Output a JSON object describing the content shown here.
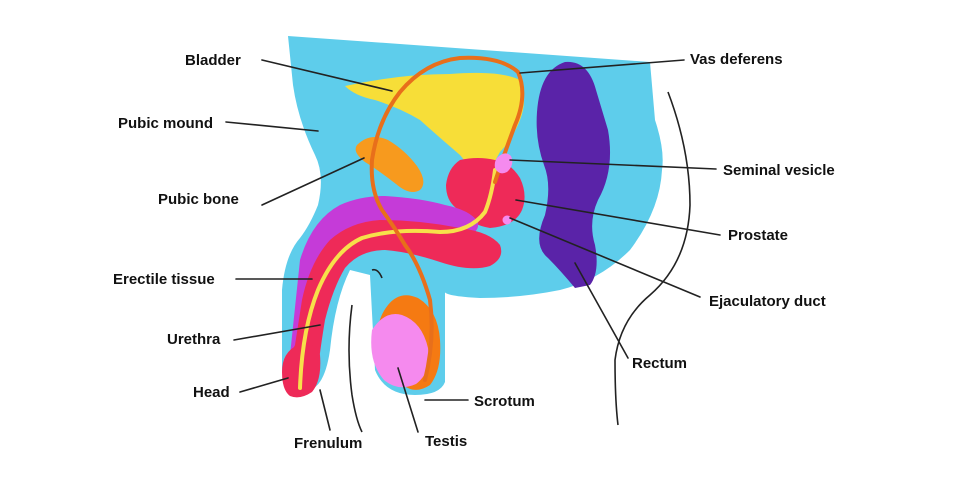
{
  "labels": {
    "bladder": "Bladder",
    "pubic_mound": "Pubic mound",
    "pubic_bone": "Pubic bone",
    "erectile_tissue": "Erectile tissue",
    "urethra": "Urethra",
    "head": "Head",
    "frenulum": "Frenulum",
    "testis": "Testis",
    "scrotum": "Scrotum",
    "vas_deferens": "Vas deferens",
    "seminal_vesicle": "Seminal vesicle",
    "prostate": "Prostate",
    "ejaculatory_duct": "Ejaculatory duct",
    "rectum": "Rectum"
  },
  "colors": {
    "body": "#5ECDEB",
    "bladder": "#F7DE38",
    "bone": "#F79A1E",
    "vas": "#E86F1B",
    "rectum": "#5A23A8",
    "red": "#EE2A58",
    "magenta": "#C53BD8",
    "pink": "#F58AEE",
    "orange": "#F57A12",
    "urethra": "#F7E04A",
    "line": "#222222"
  }
}
